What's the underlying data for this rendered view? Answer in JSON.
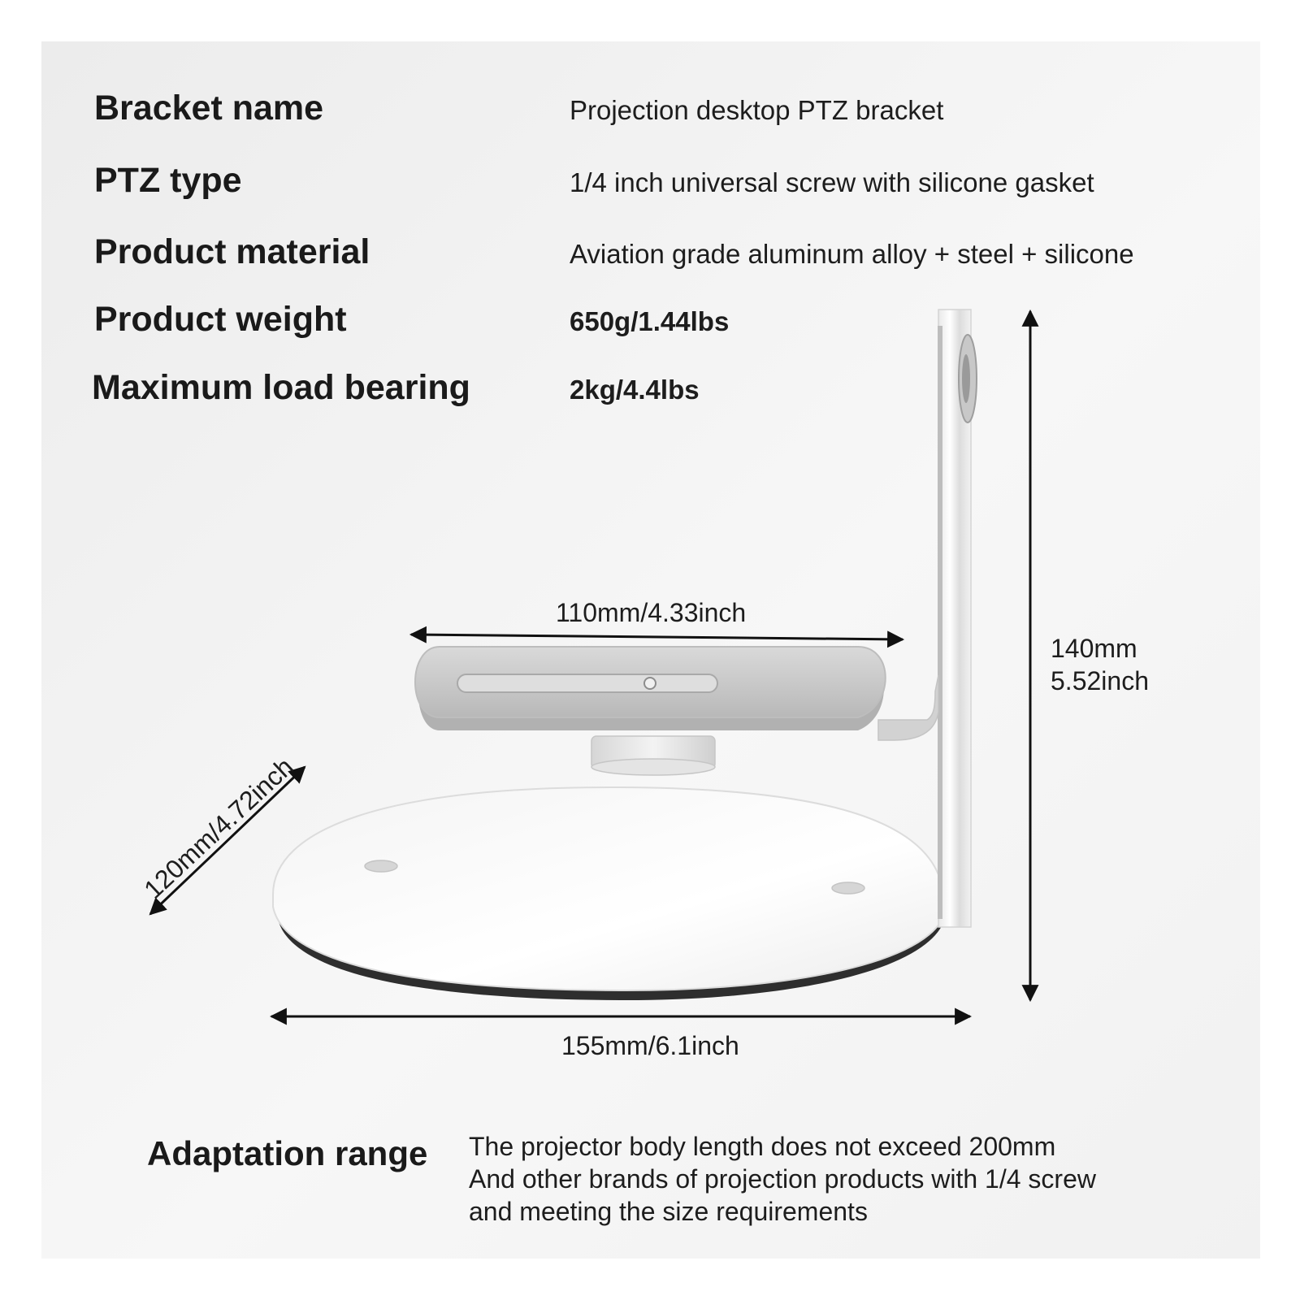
{
  "specs": [
    {
      "label": "Bracket name",
      "value": "Projection desktop PTZ bracket"
    },
    {
      "label": "PTZ type",
      "value": "1/4 inch universal screw with silicone gasket"
    },
    {
      "label": "Product material",
      "value": "Aviation grade aluminum alloy + steel + silicone"
    },
    {
      "label": "Product weight",
      "value": "650g/1.44lbs"
    },
    {
      "label": "Maximum load bearing",
      "value": "2kg/4.4lbs"
    }
  ],
  "dimensions": {
    "top_plate_width": "110mm/4.33inch",
    "height_line1": "140mm",
    "height_line2": "5.52inch",
    "depth": "120mm/4.72inch",
    "base_width": "155mm/6.1inch"
  },
  "adaptation": {
    "label": "Adaptation range",
    "lines": [
      "The projector body length does not exceed 200mm",
      "And other brands of projection products with 1/4 screw",
      "and meeting the size requirements"
    ]
  }
}
